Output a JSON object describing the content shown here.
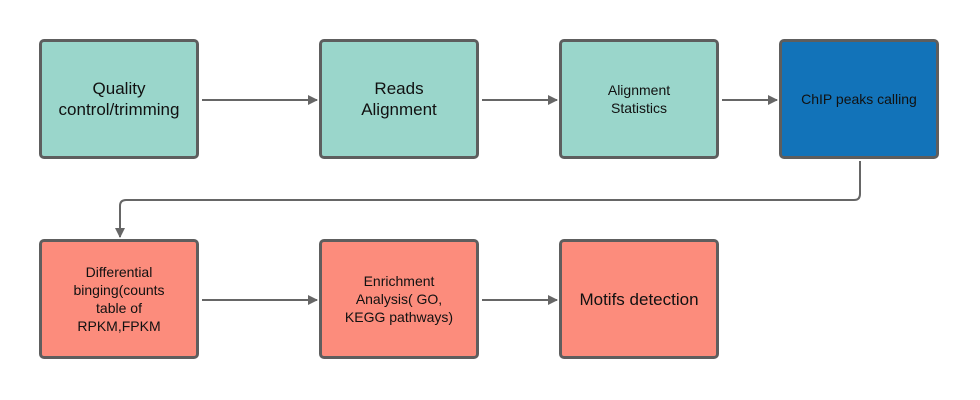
{
  "diagram": {
    "nodes": [
      {
        "id": "qc",
        "label": "Quality\ncontrol/trimming",
        "color": "#9ad6cb"
      },
      {
        "id": "align",
        "label": "Reads\nAlignment",
        "color": "#9ad6cb"
      },
      {
        "id": "stats",
        "label": "Alignment\nStatistics",
        "color": "#9ad6cb"
      },
      {
        "id": "peaks",
        "label": "ChIP peaks calling",
        "color": "#1273b9"
      },
      {
        "id": "diff",
        "label": "Differential\nbinging(counts\ntable of\nRPKM,FPKM",
        "color": "#fc8c7c"
      },
      {
        "id": "enrich",
        "label": "Enrichment\nAnalysis( GO,\nKEGG pathways)",
        "color": "#fc8c7c"
      },
      {
        "id": "motif",
        "label": "Motifs detection",
        "color": "#fc8c7c"
      }
    ],
    "edges": [
      {
        "from": "qc",
        "to": "align"
      },
      {
        "from": "align",
        "to": "stats"
      },
      {
        "from": "stats",
        "to": "peaks"
      },
      {
        "from": "peaks",
        "to": "diff"
      },
      {
        "from": "diff",
        "to": "enrich"
      },
      {
        "from": "enrich",
        "to": "motif"
      }
    ],
    "colors": {
      "border": "#5e5e5e",
      "connector": "#666666"
    }
  }
}
